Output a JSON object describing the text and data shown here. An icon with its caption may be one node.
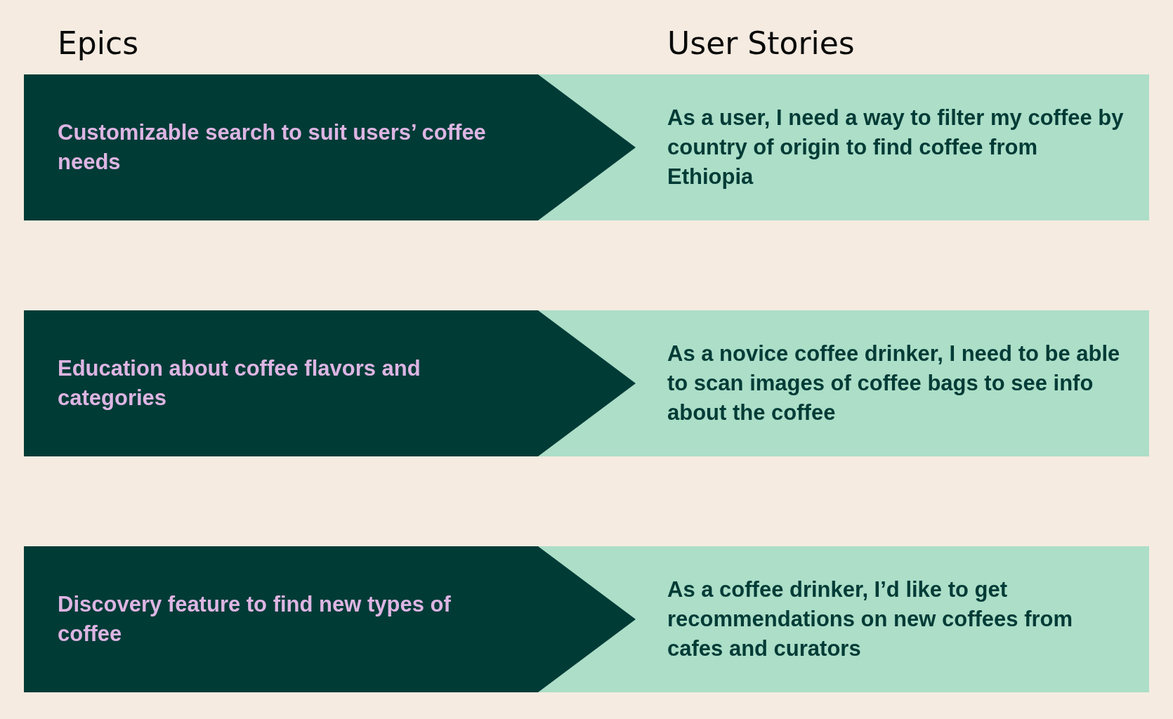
{
  "diagram": {
    "nodes": [
      {
        "text": [
          "Customizable search to suit users’ coffee needs"
        ]
      },
      {
        "text": [
          "As a user, I need a way to filter my coffee by country of origin to find coffee from Ethiopia"
        ]
      },
      {
        "text": [
          "Education about coffee flavors and categories"
        ]
      },
      {
        "text": [
          "As a novice coffee drinker, I need to be able to scan images of coffee bags to see info about the coffee"
        ]
      },
      {
        "text": [
          "Discovery feature to find new types of coffee"
        ]
      },
      {
        "text": [
          "As a coffee drinker, I’d like to get recommendations on new coffees from cafes and curators"
        ]
      }
    ],
    "labels": [
      "Epics",
      "User Stories"
    ]
  }
}
